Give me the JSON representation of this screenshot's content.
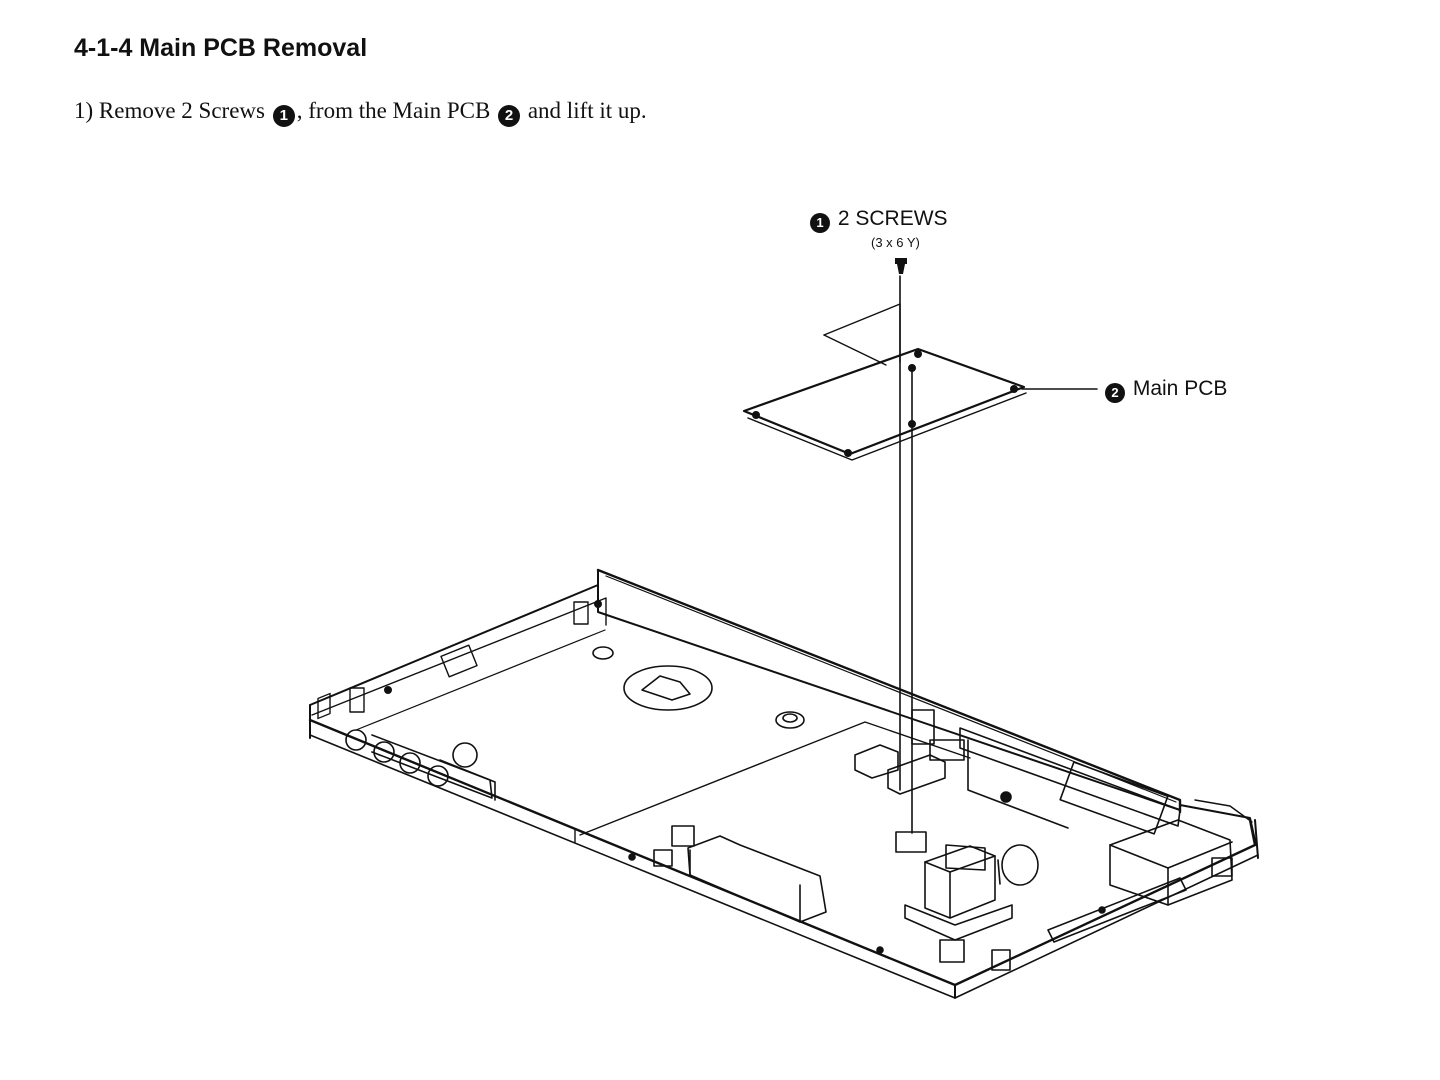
{
  "heading": "4-1-4 Main PCB Removal",
  "instruction": {
    "prefix": "1) Remove 2 Screws ",
    "badge_1": "1",
    "middle": ", from the Main PCB ",
    "badge_2": "2",
    "suffix": " and lift it up."
  },
  "callouts": {
    "screws": {
      "badge": "1",
      "label": "2 SCREWS",
      "spec": "(3 x 6 Y)"
    },
    "pcb": {
      "badge": "2",
      "label": "Main PCB"
    }
  }
}
